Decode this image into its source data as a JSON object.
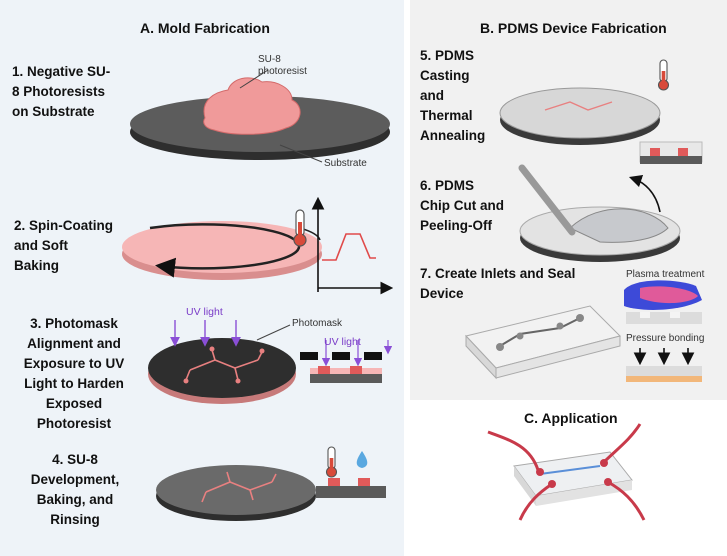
{
  "panels": {
    "a_title": "A. Mold Fabrication",
    "b_title": "B. PDMS Device Fabrication",
    "c_title": "C. Application"
  },
  "steps": [
    "1. Negative SU-\n8 Photoresists\non Substrate",
    "2. Spin-Coating\nand Soft\nBaking",
    "3. Photomask\nAlignment and\nExposure to UV\nLight to Harden\nExposed\nPhotoresist",
    "4. SU-8\nDevelopment,\nBaking, and\nRinsing",
    "5. PDMS\nCasting\nand\nThermal\nAnnealing",
    "6. PDMS\nChip Cut and\nPeeling-Off",
    "7. Create Inlets and Seal\nDevice"
  ],
  "labels": {
    "su8": "SU-8\nphotoresist",
    "substrate": "Substrate",
    "uv_light": "UV light",
    "photomask": "Photomask",
    "plasma": "Plasma treatment",
    "pressure": "Pressure bonding"
  },
  "colors": {
    "panel_a_bg": "#eef3f8",
    "panel_b_bg": "#f1f1f1",
    "photoresist": "#f0a8a8",
    "substrate": "#3a3a3a",
    "uv": "#8a4fd6",
    "channel": "#e05a5a",
    "tubing": "#c83a4a"
  }
}
